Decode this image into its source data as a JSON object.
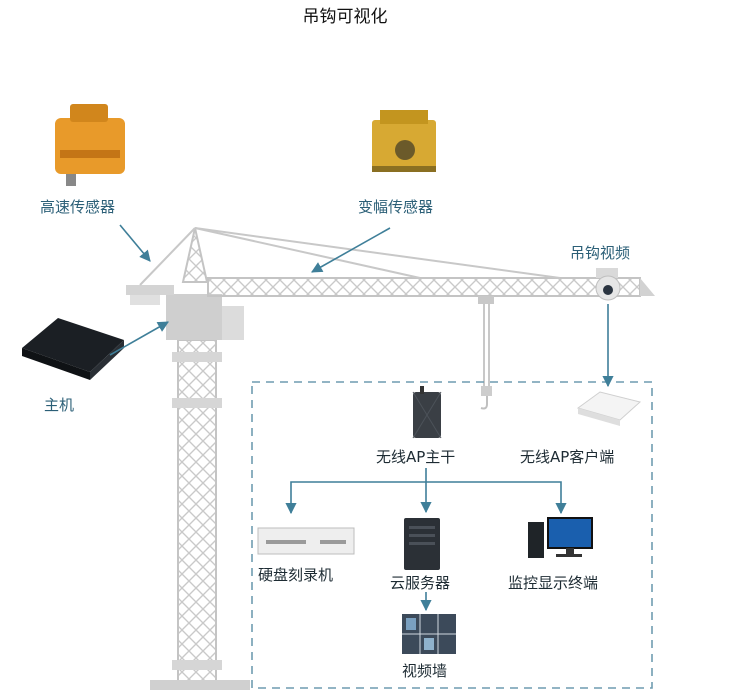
{
  "title": "吊钩可视化",
  "labels": {
    "high_speed_sensor": "高速传感器",
    "luffing_sensor": "变幅传感器",
    "hook_video": "吊钩视频",
    "host": "主机",
    "wireless_ap_trunk": "无线AP主干",
    "wireless_ap_client": "无线AP客户端",
    "hdd_recorder": "硬盘刻录机",
    "cloud_server": "云服务器",
    "monitor_terminal": "监控显示终端",
    "video_wall": "视频墙"
  },
  "colors": {
    "label_blue": "#2b5f77",
    "arrow": "#3f7f99",
    "crane_gray": "#cfcfcf",
    "dashed_box": "#6f9cb0",
    "sensor_orange": "#e89a2a",
    "sensor_yellow": "#d7a933"
  }
}
